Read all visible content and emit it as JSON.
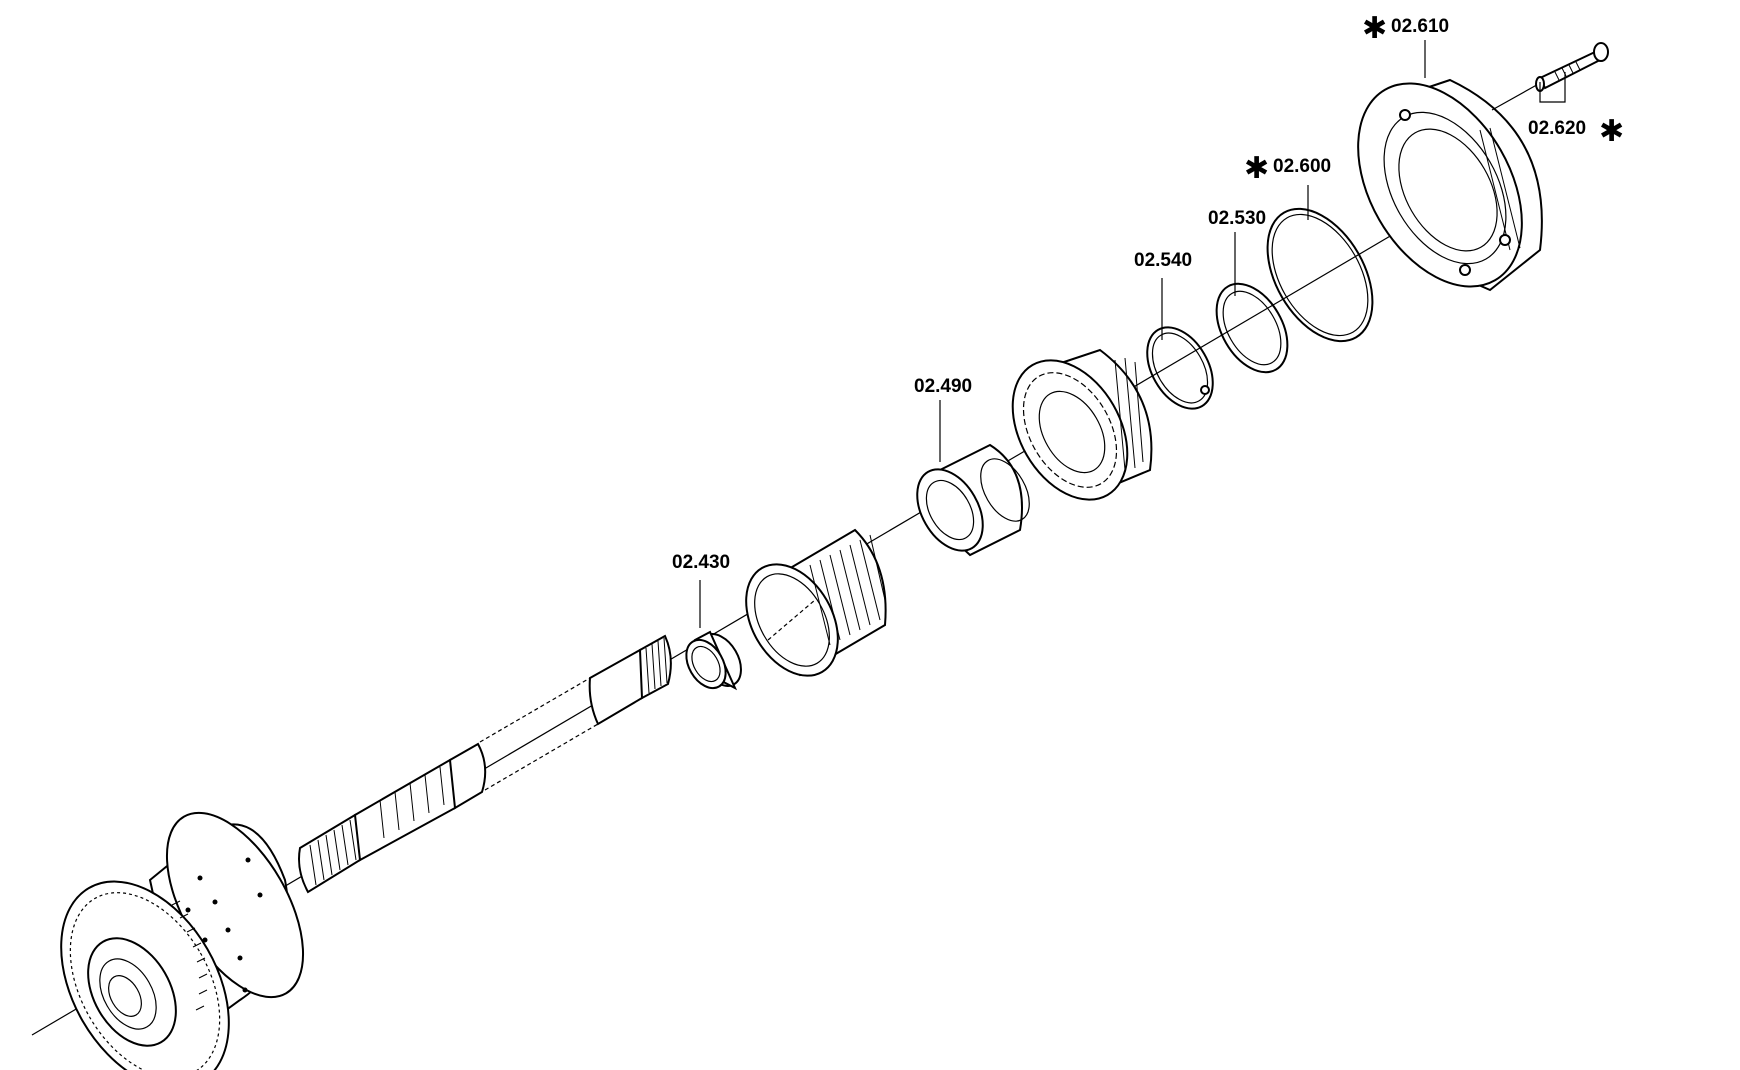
{
  "diagram": {
    "parts": [
      {
        "id": "p_02430",
        "label": "02.430",
        "asterisk": false
      },
      {
        "id": "p_02490",
        "label": "02.490",
        "asterisk": false
      },
      {
        "id": "p_02540",
        "label": "02.540",
        "asterisk": false
      },
      {
        "id": "p_02530",
        "label": "02.530",
        "asterisk": false
      },
      {
        "id": "p_02600",
        "label": "02.600",
        "asterisk": true
      },
      {
        "id": "p_02610",
        "label": "02.610",
        "asterisk": true
      },
      {
        "id": "p_02620",
        "label": "02.620",
        "asterisk": true
      }
    ],
    "asterisk_symbol": "✱"
  }
}
